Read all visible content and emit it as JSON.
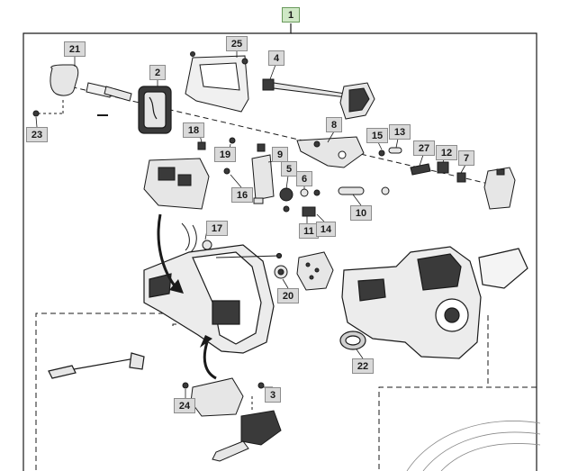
{
  "diagram": {
    "callouts": {
      "c1": "1",
      "c2": "2",
      "c3": "3",
      "c4": "4",
      "c5": "5",
      "c6": "6",
      "c7": "7",
      "c8": "8",
      "c9": "9",
      "c10": "10",
      "c11": "11",
      "c12": "12",
      "c13": "13",
      "c14": "14",
      "c15": "15",
      "c16": "16",
      "c17": "17",
      "c18": "18",
      "c19": "19",
      "c20": "20",
      "c21": "21",
      "c22": "22",
      "c23": "23",
      "c24": "24",
      "c25": "25",
      "c27": "27"
    },
    "colors": {
      "line": "#1a1a1a",
      "part_fill": "#e6e6e6",
      "part_dark": "#3a3a3a",
      "callout_fill": "#d9d9d9",
      "callout_main_fill": "#cfe8c6"
    }
  }
}
